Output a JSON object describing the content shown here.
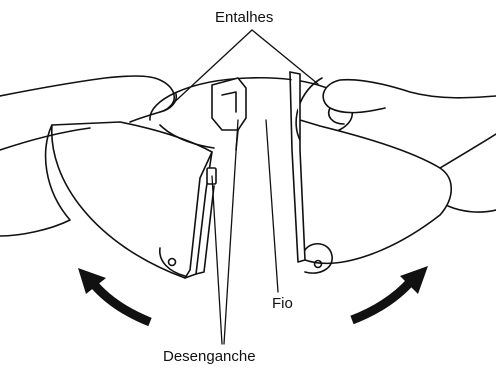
{
  "labels": {
    "notches": "Entalhes",
    "wire": "Fio",
    "release": "Desenganche"
  },
  "colors": {
    "line": "#111111",
    "fill": "#ffffff",
    "text": "#111111"
  }
}
